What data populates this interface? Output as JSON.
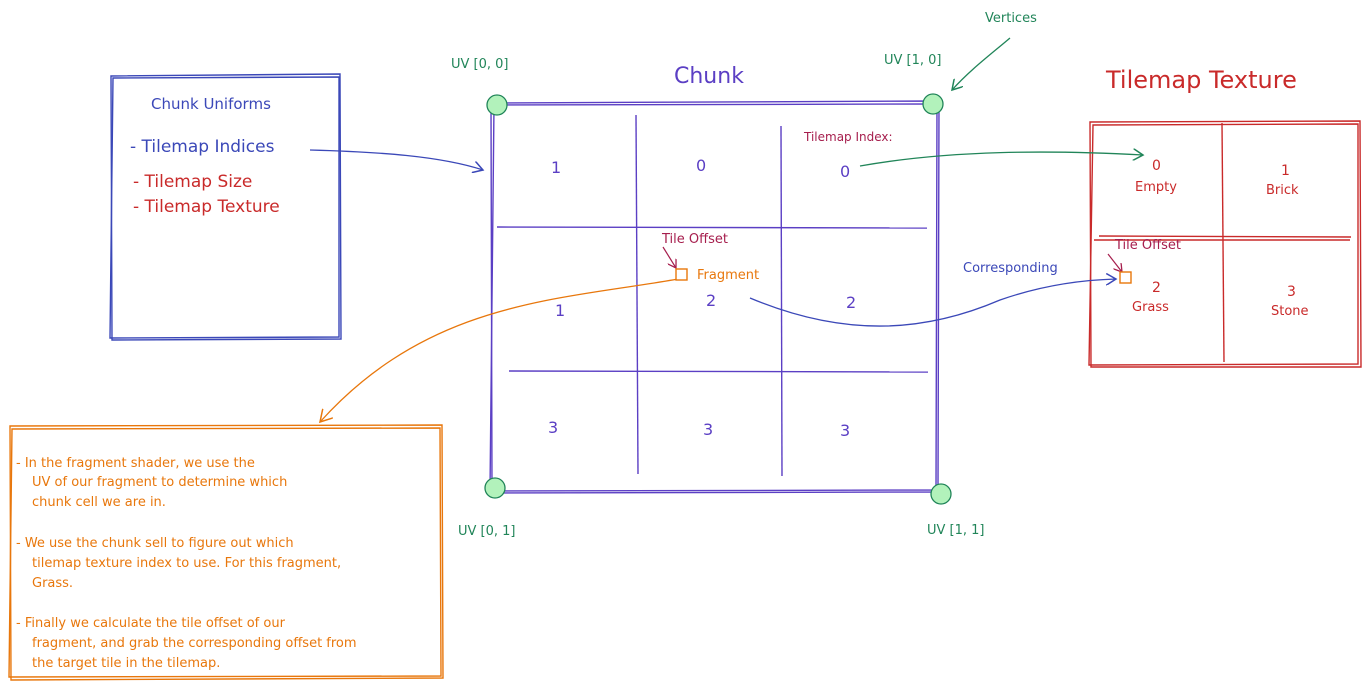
{
  "uniforms": {
    "title": "Chunk Uniforms",
    "items": [
      "- Tilemap Indices",
      "- Tilemap Size",
      "- Tilemap Texture"
    ]
  },
  "chunk": {
    "title": "Chunk",
    "cells": [
      "1",
      "0",
      "0",
      "1",
      "2",
      "2",
      "3",
      "3",
      "3"
    ],
    "tilemap_index_label": "Tilemap Index:",
    "tile_offset_label": "Tile Offset",
    "fragment_label": "Fragment"
  },
  "uv": {
    "top_left": "UV [0, 0]",
    "top_right": "UV [1, 0]",
    "bottom_left": "UV [0, 1]",
    "bottom_right": "UV [1, 1]"
  },
  "vertices_label": "Vertices",
  "corresponding_label": "Corresponding",
  "tilemap": {
    "title": "Tilemap Texture",
    "tiles": [
      {
        "index": "0",
        "name": "Empty"
      },
      {
        "index": "1",
        "name": "Brick"
      },
      {
        "index": "2",
        "name": "Grass"
      },
      {
        "index": "3",
        "name": "Stone"
      }
    ],
    "tile_offset_label": "Tile Offset"
  },
  "note": {
    "lines": [
      "- In the fragment shader, we use the",
      "UV of our fragment to determine which",
      "chunk cell we are in.",
      "- We use the chunk sell to figure out which",
      "tilemap texture index to use. For this fragment,",
      "Grass.",
      "- Finally we calculate the tile offset of our",
      "fragment, and grab the corresponding offset from",
      "the target tile in the tilemap."
    ]
  },
  "colors": {
    "blue": "#3b48b8",
    "purple": "#5b3fc4",
    "red": "#c92a2a",
    "maroon": "#a61e4d",
    "green": "#218559",
    "orange": "#e8770c"
  }
}
